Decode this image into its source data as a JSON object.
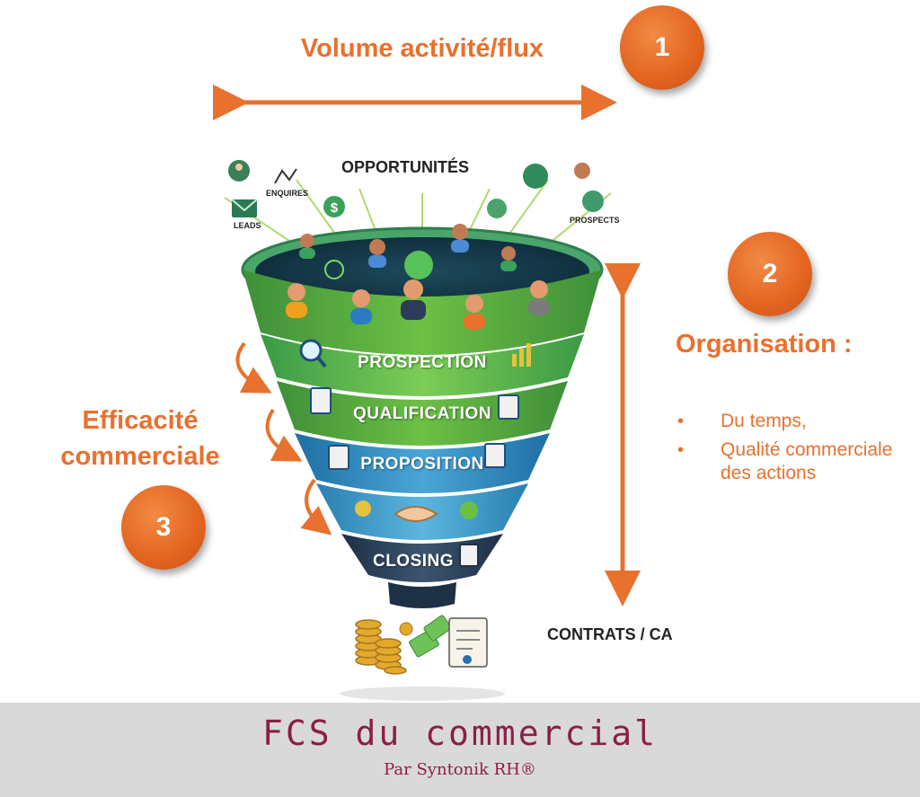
{
  "volume": {
    "label": "Volume activité/flux",
    "badge": "1"
  },
  "organisation": {
    "label": "Organisation :",
    "badge": "2",
    "items": [
      "Du temps,",
      "Qualité commerciale des actions"
    ]
  },
  "efficacite": {
    "label": "Efficacité commerciale",
    "badge": "3"
  },
  "funnel": {
    "top_label": "OPPORTUNITÉS",
    "source_labels": {
      "enquires": "ENQUIRES",
      "leads": "LEADS",
      "prospects": "PROSPECTS"
    },
    "stages": [
      "PROSPECTION",
      "QUALIFICATION",
      "PROPOSITION",
      "CLOSING"
    ],
    "output_label": "CONTRATS / CA"
  },
  "footer": {
    "title": "FCS du commercial",
    "subtitle": "Par Syntonik RH®"
  },
  "colors": {
    "accent": "#e8712e",
    "footer_bg": "#d9d9d9",
    "footer_text": "#8a1f48"
  }
}
